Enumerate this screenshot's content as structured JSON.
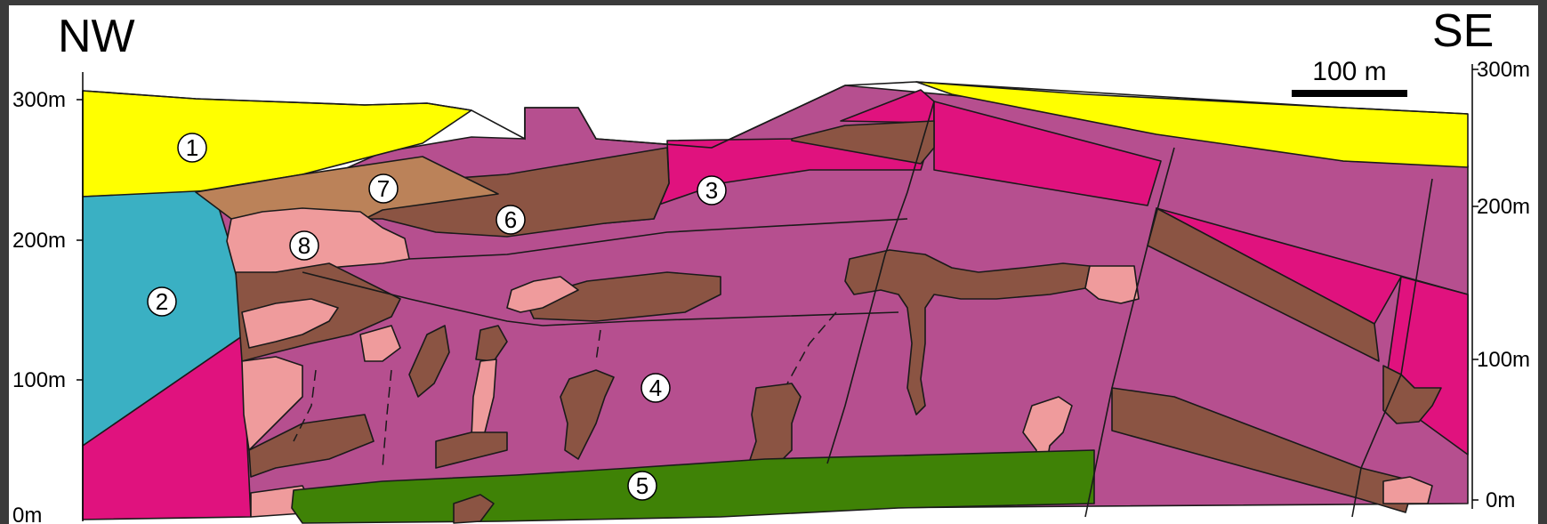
{
  "directions": {
    "left": "NW",
    "right": "SE"
  },
  "left_axis": {
    "ticks": [
      "300m",
      "200m",
      "100m",
      "0m"
    ]
  },
  "right_axis": {
    "ticks": [
      "300m",
      "200m",
      "100m",
      "0m"
    ]
  },
  "scale_bar": {
    "label": "100 m"
  },
  "unit_labels": [
    "1",
    "2",
    "3",
    "4",
    "5",
    "6",
    "7",
    "8"
  ],
  "colors": {
    "unit1": "#ffff00",
    "unit2": "#3ab0c3",
    "unit3": "#e0127e",
    "unit4": "#b64f8f",
    "unit5": "#3f8206",
    "unit6": "#8b5443",
    "unit7": "#bb8259",
    "unit8": "#ef9b9c"
  }
}
